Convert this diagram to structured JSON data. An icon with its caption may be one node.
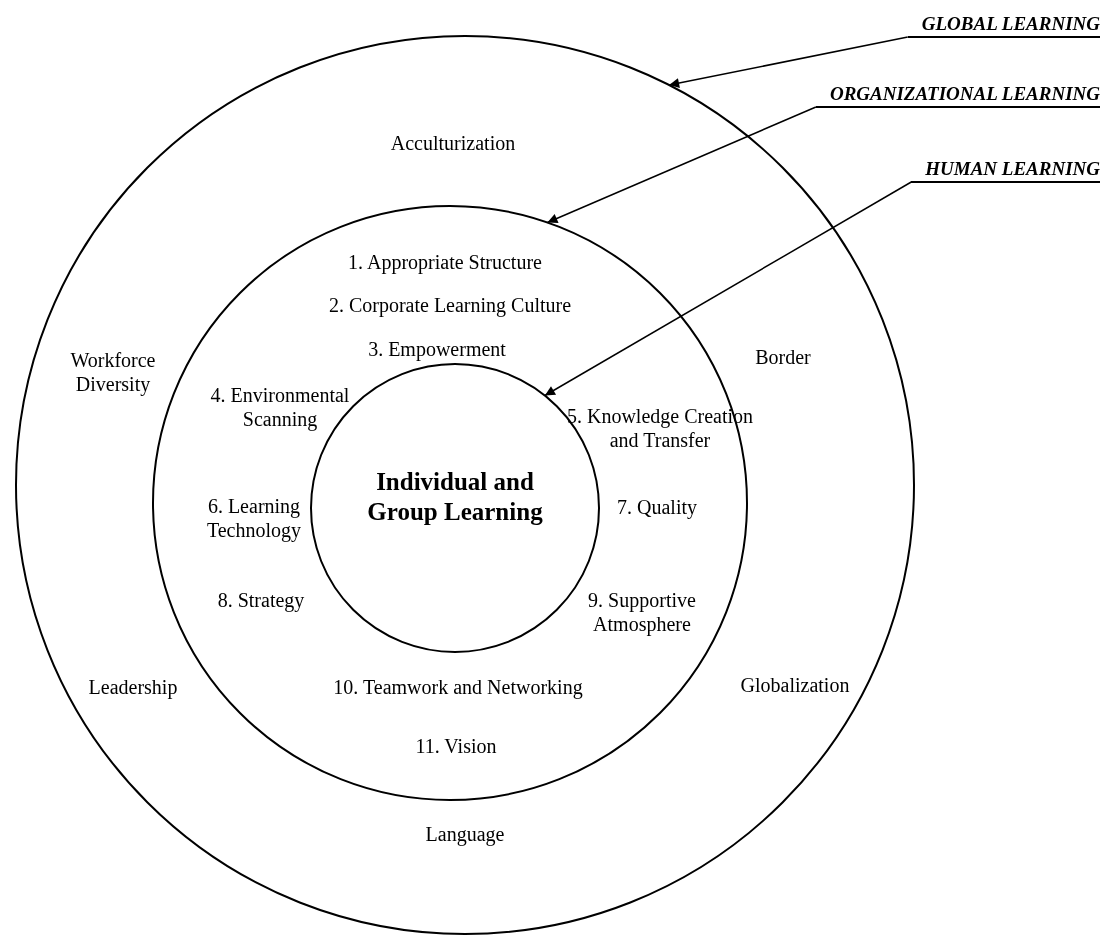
{
  "diagram": {
    "nodes": [
      {
        "text": [
          "Acculturization",
          "Workforce Diversity",
          "Border",
          "Leadership",
          "Globalization",
          "Language"
        ]
      },
      {
        "text": [
          "1. Appropriate Structure",
          "2. Corporate Learning Culture",
          "3. Empowerment",
          "4. Environmental Scanning",
          "5. Knowledge Creation and Transfer",
          "6. Learning Technology",
          "7. Quality",
          "8. Strategy",
          "9. Supportive Atmosphere",
          "10. Teamwork and Networking",
          "11. Vision"
        ],
        "in": 0
      },
      {
        "text": [
          "Individual and Group Learning"
        ],
        "in": 1
      },
      {
        "text": [
          "GLOBAL LEARNING"
        ]
      },
      {
        "text": [
          "ORGANIZATIONAL LEARNING"
        ]
      },
      {
        "text": [
          "HUMAN LEARNING"
        ]
      }
    ],
    "edges": [
      {
        "from": 3,
        "to": 0,
        "arrow": "to"
      },
      {
        "from": 4,
        "to": 1,
        "arrow": "to"
      },
      {
        "from": 5,
        "to": 2,
        "arrow": "to"
      }
    ]
  }
}
